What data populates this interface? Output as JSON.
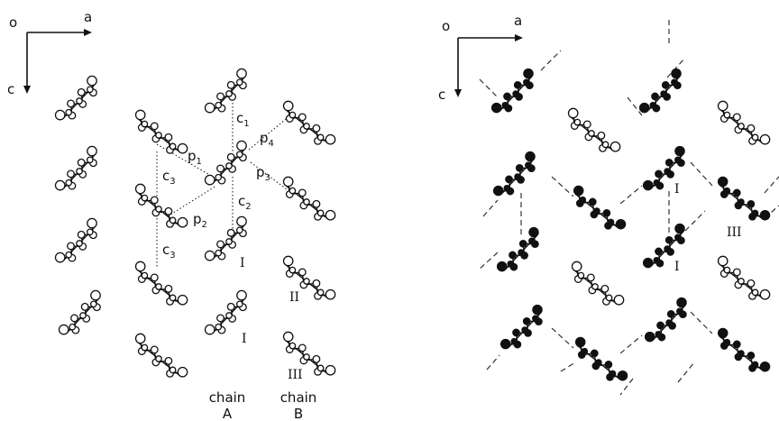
{
  "left_panel": {
    "axes": {
      "origin": "o",
      "a": "a",
      "c": "c"
    },
    "contacts": [
      {
        "letter": "c",
        "sub": "1"
      },
      {
        "letter": "c",
        "sub": "2"
      },
      {
        "letter": "c",
        "sub": "3"
      },
      {
        "letter": "c",
        "sub": "3"
      },
      {
        "letter": "p",
        "sub": "1"
      },
      {
        "letter": "p",
        "sub": "2"
      },
      {
        "letter": "p",
        "sub": "3"
      },
      {
        "letter": "p",
        "sub": "4"
      }
    ],
    "molecule_labels": [
      "I",
      "I",
      "II",
      "III"
    ],
    "chains": [
      {
        "word": "chain",
        "name": "A"
      },
      {
        "word": "chain",
        "name": "B"
      }
    ]
  },
  "right_panel": {
    "axes": {
      "origin": "o",
      "a": "a",
      "c": "c"
    },
    "molecule_labels": [
      "I",
      "I",
      "III"
    ]
  },
  "colors": {
    "ink": "#111111",
    "background": "#ffffff"
  }
}
